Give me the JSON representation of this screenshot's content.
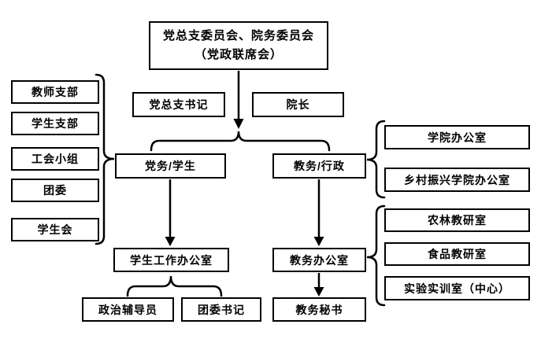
{
  "diagram": {
    "root": {
      "line1": "党总支委员会、院务委员会",
      "line2": "（党政联席会）"
    },
    "secretary": "党总支书记",
    "dean": "院长",
    "branch_party": "党务/学生",
    "branch_academic": "教务/行政",
    "left_group": [
      "教师支部",
      "学生支部",
      "工会小组",
      "团委",
      "学生会"
    ],
    "right_offices": [
      "学院办公室",
      "乡村振兴学院办公室"
    ],
    "right_teaching": [
      "农林教研室",
      "食品教研室",
      "实验实训室（中心）"
    ],
    "student_office": "学生工作办公室",
    "academic_office": "教务办公室",
    "counselor": "政治辅导员",
    "league_secretary": "团委书记",
    "academic_secretary": "教务秘书"
  },
  "colors": {
    "line": "#000000",
    "border": "#000000",
    "background": "#ffffff",
    "text": "#000000"
  }
}
